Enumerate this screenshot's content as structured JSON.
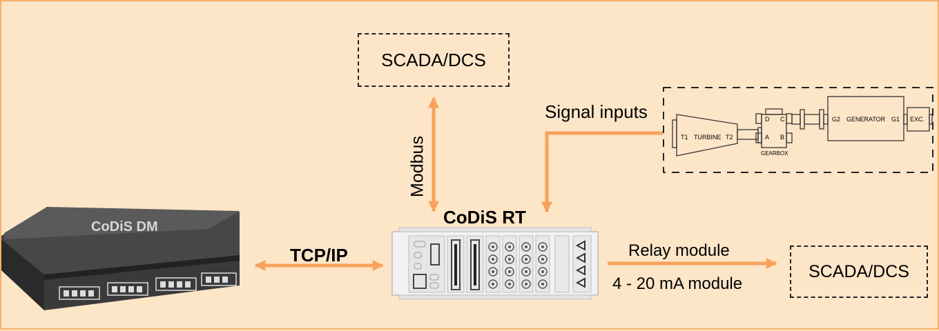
{
  "scada_top": {
    "label": "SCADA/DCS"
  },
  "scada_right": {
    "label": "SCADA/DCS"
  },
  "modbus_label": "Modbus",
  "signal_inputs_label": "Signal inputs",
  "tcpip_label": "TCP/IP",
  "codis_rt_label": "CoDiS RT",
  "codis_dm_label": "CoDiS DM",
  "relay_label": "Relay module",
  "ma_label": "4 - 20 mA module",
  "machine_train": {
    "turbine_t1": "T1",
    "turbine_name": "TURBINE",
    "turbine_t2": "T2",
    "gearbox_d": "D",
    "gearbox_c": "C",
    "gearbox_a": "A",
    "gearbox_b": "B",
    "gearbox_name": "GEARBOX",
    "generator_g2": "G2",
    "generator_name": "GENERATOR",
    "generator_g1": "G1",
    "exciter": "EXC."
  },
  "colors": {
    "arrow": "#f7a25c",
    "background": "#fde5c8",
    "border": "#f7b06a"
  }
}
